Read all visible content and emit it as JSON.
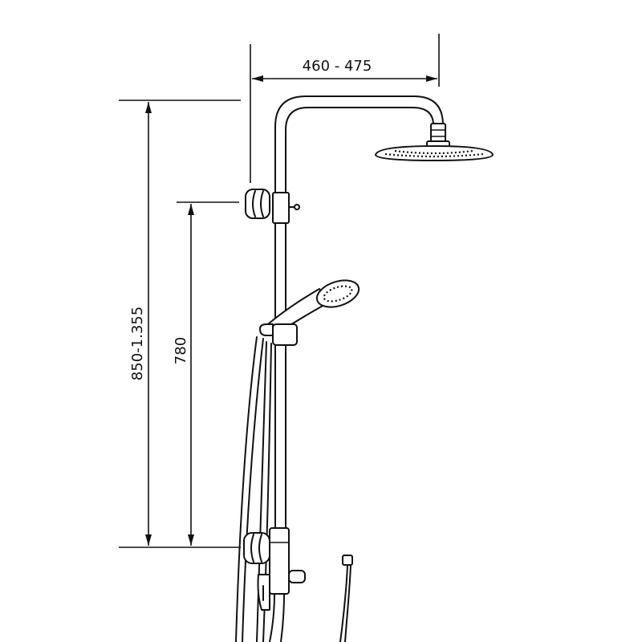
{
  "dimensions": {
    "width_range": "460 - 475",
    "height_range": "850-1.355",
    "slider_height": "780"
  },
  "colors": {
    "line": "#111111",
    "background": "#ffffff"
  }
}
